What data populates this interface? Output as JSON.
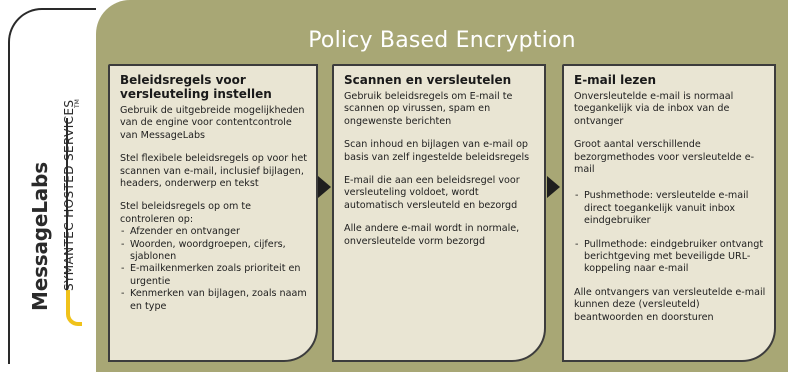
{
  "brand": {
    "logo": "MessageLabs",
    "services": "SYMANTEC HOSTED SERVICES",
    "tm": "TM"
  },
  "title": "Policy Based Encryption",
  "columns": [
    {
      "heading": "Beleidsregels voor versleuteling instellen",
      "paragraphs": [
        "Gebruik de uitgebreide mogelijkheden van de engine voor contentcontrole van MessageLabs",
        "Stel flexibele beleidsregels op voor het scannen van e-mail, inclusief bijlagen, headers, onderwerp en tekst",
        "Stel beleidsregels op om te controleren op:"
      ],
      "bullets": [
        "Afzender en ontvanger",
        "Woorden, woordgroepen, cijfers, sjablonen",
        "E-mailkenmerken zoals prioriteit en urgentie",
        "Kenmerken van bijlagen, zoals naam en type"
      ]
    },
    {
      "heading": "Scannen en versleutelen",
      "paragraphs": [
        "Gebruik beleidsregels om E-mail te scannen op virussen, spam en ongewenste berichten",
        "Scan inhoud en bijlagen van e-mail op basis van zelf ingestelde beleidsregels",
        "E-mail die aan een beleidsregel voor versleuteling voldoet, wordt automatisch versleuteld en bezorgd",
        "Alle andere e-mail wordt in normale, onversleutelde vorm bezorgd"
      ]
    },
    {
      "heading": "E-mail lezen",
      "paragraphs": [
        "Onversleutelde e-mail is normaal toegankelijk via de inbox van de ontvanger",
        "Groot aantal verschillende bezorgmethodes voor versleutelde e-mail"
      ],
      "bullets": [
        "Pushmethode: versleutelde e-mail direct toegankelijk vanuit inbox eindgebruiker",
        "Pullmethode: eindgebruiker ontvangt berichtgeving met beveiligde URL-koppeling naar e-mail"
      ],
      "closing": "Alle ontvangers van versleutelde e-mail kunnen deze (versleuteld) beantwoorden en doorsturen"
    }
  ],
  "colors": {
    "panel": "#a8a775",
    "box": "#e9e5d3",
    "accent": "#f0c21a"
  }
}
